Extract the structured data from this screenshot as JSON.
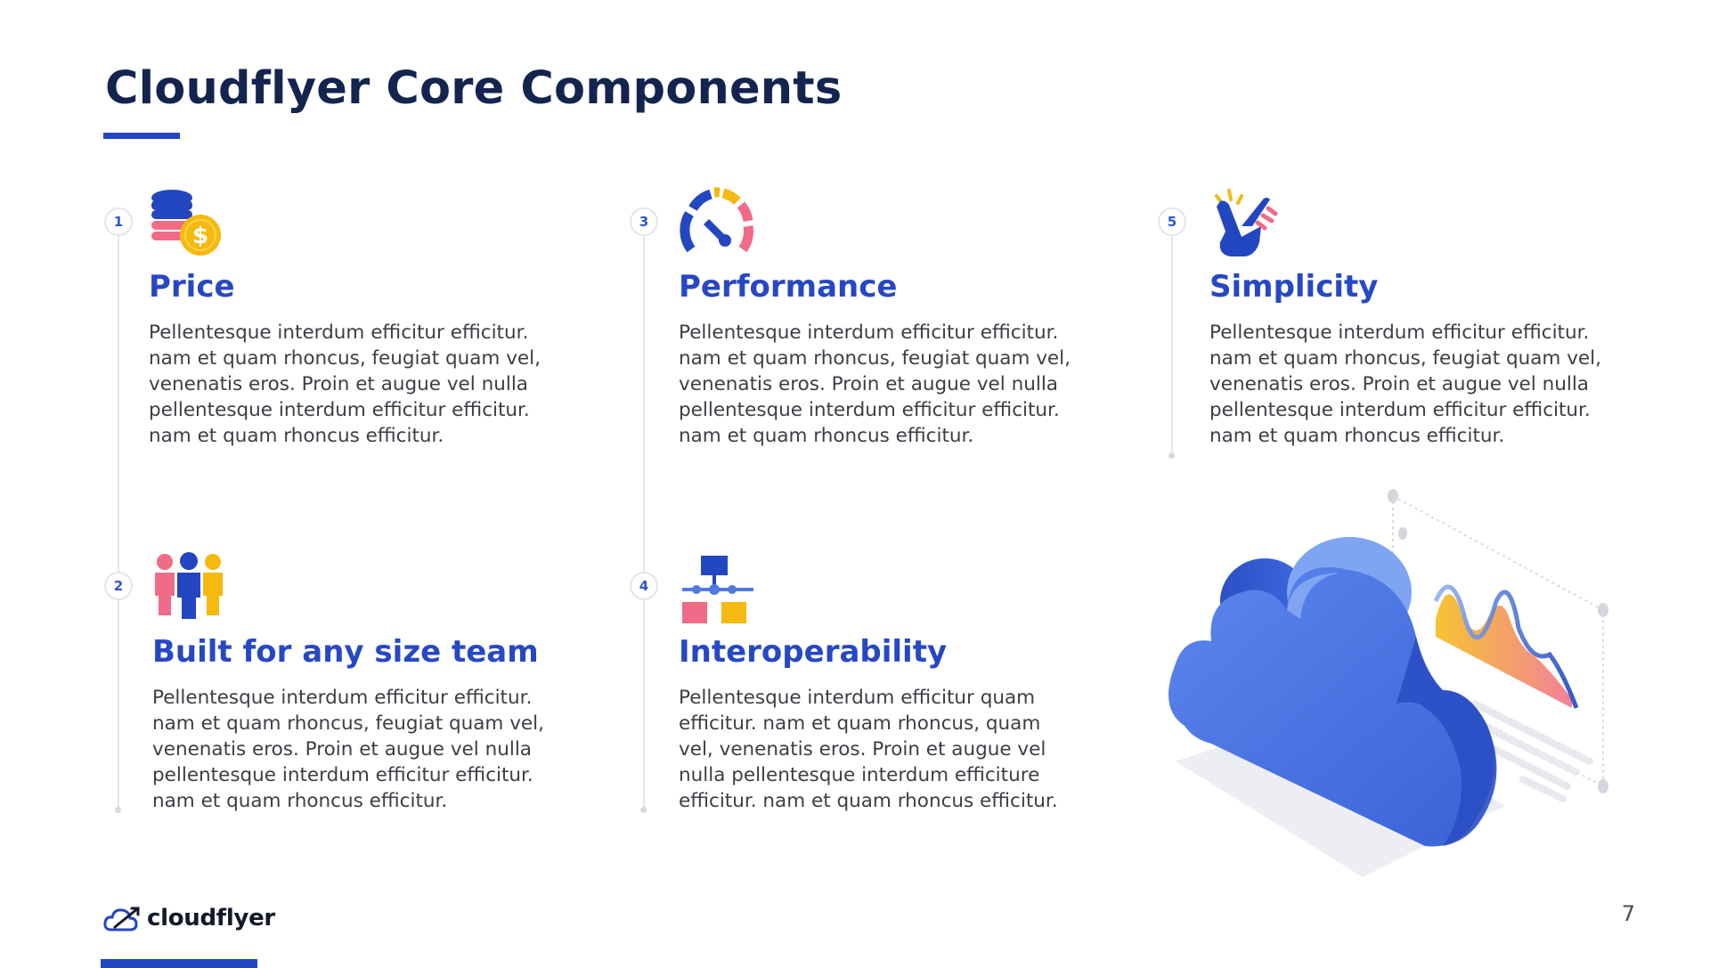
{
  "slide": {
    "title": "Cloudflyer Core Components",
    "page_number": "7"
  },
  "cards": [
    {
      "number": "1",
      "title": "Price",
      "icon": "coins-dollar-icon",
      "text": "Pellentesque interdum efficitur efficitur. nam et quam rhoncus, feugiat quam vel, venenatis eros. Proin et augue vel nulla pellentesque interdum efficitur efficitur. nam et quam rhoncus efficitur."
    },
    {
      "number": "2",
      "title": "Built for any size team",
      "icon": "team-people-icon",
      "text": "Pellentesque interdum efficitur efficitur. nam et quam rhoncus, feugiat quam vel, venenatis eros. Proin et augue vel nulla pellentesque interdum efficitur efficitur. nam et quam rhoncus efficitur."
    },
    {
      "number": "3",
      "title": "Performance",
      "icon": "speedometer-icon",
      "text": "Pellentesque interdum efficitur efficitur. nam et quam rhoncus, feugiat quam vel, venenatis eros. Proin et augue vel nulla pellentesque interdum efficitur efficitur. nam et quam rhoncus efficitur."
    },
    {
      "number": "4",
      "title": "Interoperability",
      "icon": "network-hierarchy-icon",
      "text": "Pellentesque interdum efficitur quam efficitur. nam et quam rhoncus, quam vel, venenatis eros. Proin et augue vel nulla pellentesque interdum efficiture efficitur. nam et quam rhoncus efficitur."
    },
    {
      "number": "5",
      "title": "Simplicity",
      "icon": "hand-tap-icon",
      "text": "Pellentesque interdum efficitur efficitur. nam et quam rhoncus, feugiat quam vel, venenatis eros. Proin et augue vel nulla pellentesque interdum efficitur efficitur. nam et quam rhoncus efficitur."
    }
  ],
  "illustration": {
    "icon": "isometric-cloud-chart-icon"
  },
  "brand": {
    "name": "cloudflyer",
    "icon": "cloudflyer-logo-icon"
  },
  "colors": {
    "primary": "#2346c1",
    "title": "#13244f",
    "heading": "#2748c4",
    "pink": "#f06b86",
    "yellow": "#f5b90f"
  }
}
